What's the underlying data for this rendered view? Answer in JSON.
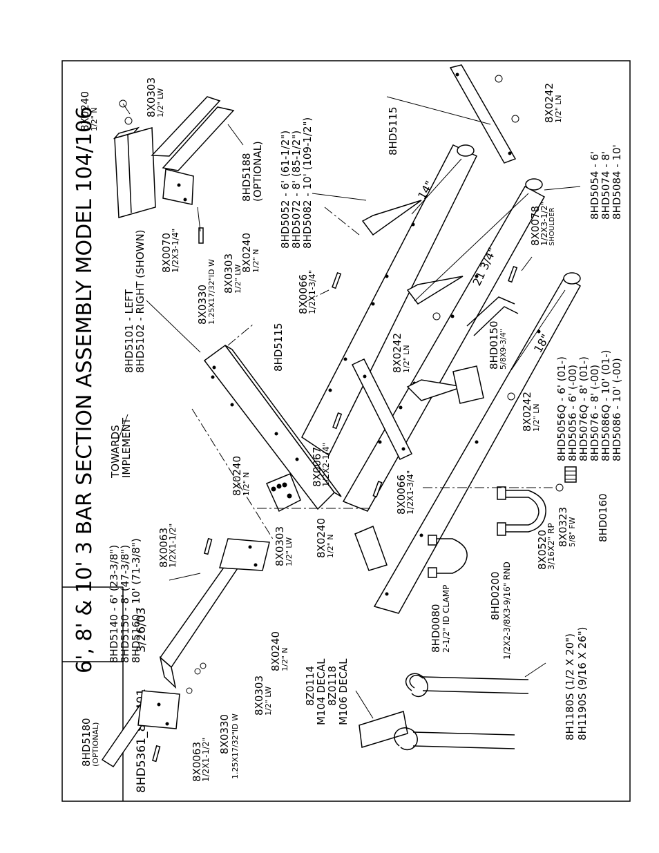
{
  "title": "6', 8' & 10' 3 BAR SECTION ASSEMBLY MODEL 104/106",
  "title_block": {
    "drawing_number": "8HD5361_81_401",
    "date": "3/26/03"
  },
  "callouts": {
    "towards_1": "TOWARDS",
    "towards_2": "IMPLEMENT",
    "p5101": "8HD5101  -  LEFT",
    "p5102": "8HD5102  -  RIGHT (SHOWN)",
    "p5140": "8HD5140  -  6' (23-3/8\")",
    "p5150": "8HD5150  -  8' (47-3/8\")",
    "p5160": "8HD5160  -  10' (71-3/8\")",
    "p5180a": "8HD5180",
    "p5180b": "(OPTIONAL)",
    "p5188a": "8HD5188",
    "p5188b": "(OPTIONAL)",
    "p0240_tr_a": "8X0240",
    "p0240_tr_b": "1/2\" N",
    "p0303_tr_a": "8X0303",
    "p0303_tr_b": "1/2\" LW",
    "p0070a": "8X0070",
    "p0070b": "1/2X3-1/4\"",
    "p0330_m_a": "8X0330",
    "p0330_m_b": "1.25X17/32\"ID W",
    "p0303_m_a": "8X0303",
    "p0303_m_b": "1/2\" LW",
    "p0240_m_a": "8X0240",
    "p0240_m_b": "1/2\" N",
    "p5115_top": "8HD5115",
    "p0242_tr_a": "8X0242",
    "p0242_tr_b": "1/2\" LN",
    "p5052": "8HD5052  -  6' (61-1/2\")",
    "p5072": "8HD5072  -  8' (85-1/2\")",
    "p5082": "8HD5082  -  10' (109-1/2\")",
    "p5054": "8HD5054  -  6'",
    "p5074": "8HD5074  -  8'",
    "p5084": "8HD5084  -  10'",
    "p0078a": "8X0078",
    "p0078b": "1/2X3-1/2\"",
    "p0078c": "SHOULDER",
    "p0066_m_a": "8X0066",
    "p0066_m_b": "1/2X1-3/4\"",
    "p5115_mid": "8HD5115",
    "p0242_m_a": "8X0242",
    "p0242_m_b": "1/2\" LN",
    "p0150a": "8HD0150",
    "p0150b": "5/8X9-3/4\"",
    "p0242_b_a": "8X0242",
    "p0242_b_b": "1/2\" LN",
    "p5056Q": "8HD5056Q  -  6' (01-)",
    "p5056": "8HD5056  -  6' (-00)",
    "p5076Q": "8HD5076Q  -  8' (01-)",
    "p5076": "8HD5076  -  8' (-00)",
    "p5086Q": "8HD5086Q  -  10' (01-)",
    "p5086": "8HD5086  -  10' (-00)",
    "p0240_c_a": "8X0240",
    "p0240_c_b": "1/2\" N",
    "p0067a": "8X0067",
    "p0067b": "1/2X2-1/4\"",
    "p0066_c_a": "8X0066",
    "p0066_c_b": "1/2X1-3/4\"",
    "p0063_c_a": "8X0063",
    "p0063_c_b": "1/2X1-1/2\"",
    "p0303_c_a": "8X0303",
    "p0303_c_b": "1/2\" LW",
    "p0240_c2_a": "8X0240",
    "p0240_c2_b": "1/2\" N",
    "p0520a": "8X0520",
    "p0520b": "3/16X2\" RP",
    "p0323a": "8X0323",
    "p0323b": "5/8\" FW",
    "p0160": "8HD0160",
    "p0200a": "8HD0200",
    "p0200b": "1/2X2-3/8X3-9/16\" RND",
    "p0080a": "8HD0080",
    "p0080b": "2-1/2\" ID CLAMP",
    "p0063_l_a": "8X0063",
    "p0063_l_b": "1/2X1-1/2\"",
    "p0330_l_a": "8X0330",
    "p0330_l_b": "1.25X17/32\"ID W",
    "p0303_l_a": "8X0303",
    "p0303_l_b": "1/2\" LW",
    "p0240_l_a": "8X0240",
    "p0240_l_b": "1/2\" N",
    "pZ0114a": "8Z0114",
    "pZ0114b": "M104 DECAL",
    "pZ0118a": "8Z0118",
    "pZ0118b": "M106 DECAL",
    "p1180": "8H1180S (1/2 X 20\")",
    "p1190": "8H1190S (9/16 X 26\")"
  },
  "dimensions": {
    "d14": "14\"",
    "d21": "21 3/4\"",
    "d18": "18\""
  }
}
